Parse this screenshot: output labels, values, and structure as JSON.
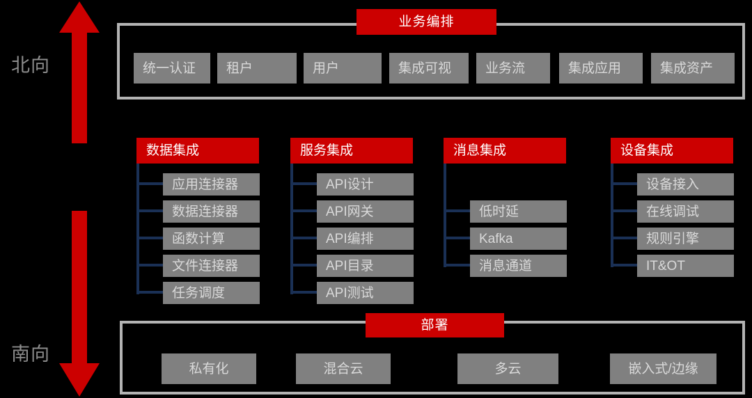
{
  "colors": {
    "background": "#000000",
    "accent_red": "#cc0000",
    "chip_gray": "#808080",
    "chip_text": "#d9d9d9",
    "panel_border": "#b3b3b3",
    "connector_blue": "#1a3055",
    "label_gray": "#8c8c8c"
  },
  "directions": {
    "north": {
      "label": "北向",
      "icon": "arrow-up-icon"
    },
    "south": {
      "label": "南向",
      "icon": "arrow-down-icon"
    }
  },
  "top_panel": {
    "title": "业务编排",
    "items": [
      {
        "label": "统一认证"
      },
      {
        "label": "租户"
      },
      {
        "label": "用户"
      },
      {
        "label": "集成可视"
      },
      {
        "label": "业务流"
      },
      {
        "label": "集成应用"
      },
      {
        "label": "集成资产"
      }
    ]
  },
  "categories": [
    {
      "title": "数据集成",
      "items": [
        {
          "label": "应用连接器"
        },
        {
          "label": "数据连接器"
        },
        {
          "label": "函数计算"
        },
        {
          "label": "文件连接器"
        },
        {
          "label": "任务调度"
        }
      ]
    },
    {
      "title": "服务集成",
      "items": [
        {
          "label": "API设计"
        },
        {
          "label": "API网关"
        },
        {
          "label": "API编排"
        },
        {
          "label": "API目录"
        },
        {
          "label": "API测试"
        }
      ]
    },
    {
      "title": "消息集成",
      "items": [
        {
          "label": "低时延"
        },
        {
          "label": "Kafka"
        },
        {
          "label": "消息通道"
        }
      ]
    },
    {
      "title": "设备集成",
      "items": [
        {
          "label": "设备接入"
        },
        {
          "label": "在线调试"
        },
        {
          "label": "规则引擎"
        },
        {
          "label": "IT&OT"
        }
      ]
    }
  ],
  "bottom_panel": {
    "title": "部署",
    "items": [
      {
        "label": "私有化"
      },
      {
        "label": "混合云"
      },
      {
        "label": "多云"
      },
      {
        "label": "嵌入式/边缘"
      }
    ]
  }
}
